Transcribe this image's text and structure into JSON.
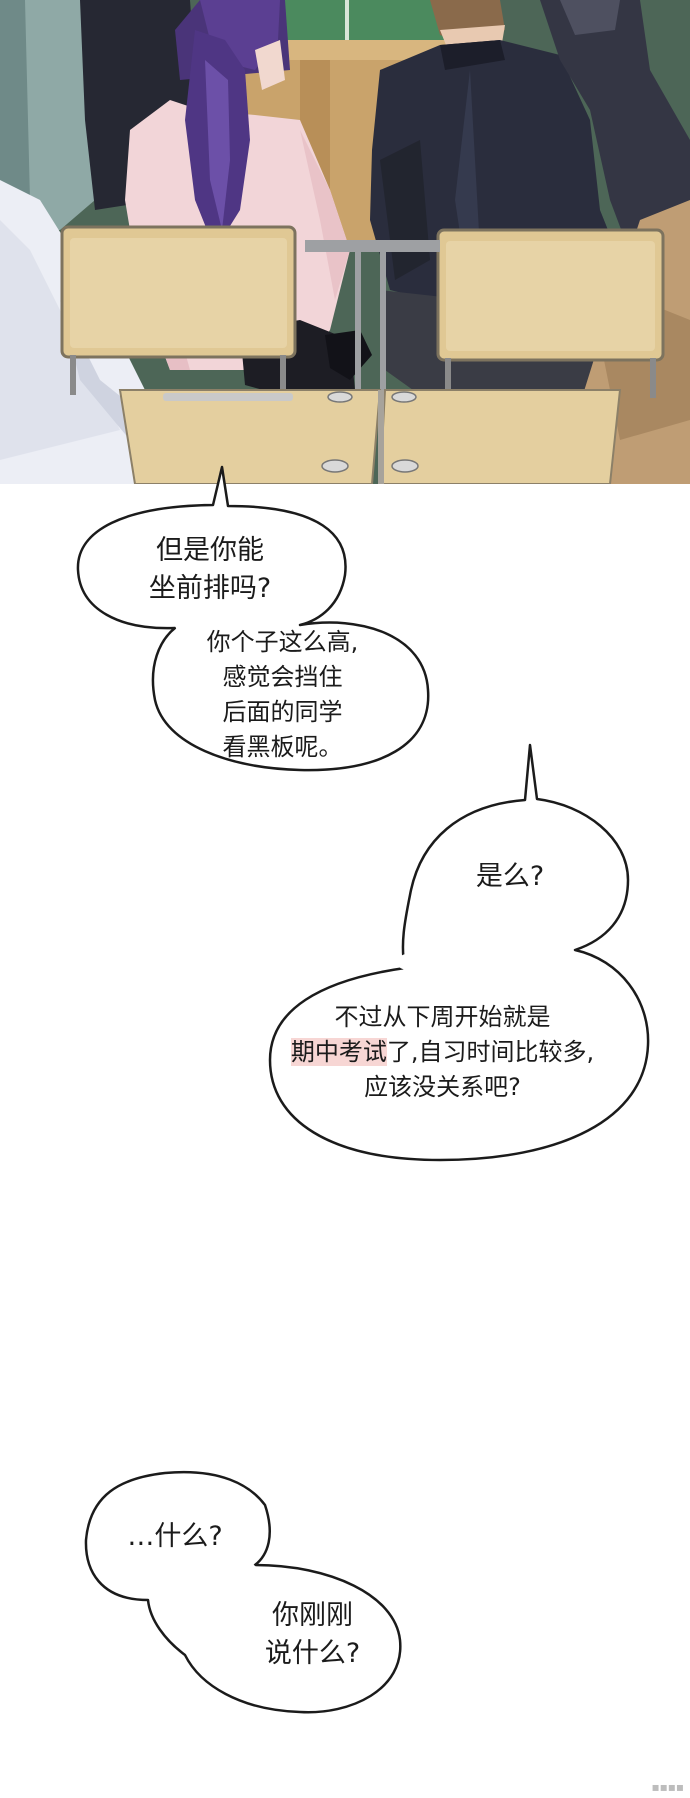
{
  "bubble1": {
    "lines": [
      "但是你能",
      "坐前排吗?"
    ]
  },
  "bubble2": {
    "lines": [
      "你个子这么高,",
      "感觉会挡住",
      "后面的同学",
      "看黑板呢。"
    ]
  },
  "bubble3": {
    "lines": [
      "是么?"
    ]
  },
  "bubble4": {
    "line1": "不过从下周开始就是",
    "line2_highlight": "期中考试",
    "line2_rest": "了,自习时间比较多,",
    "line3": "应该没关系吧?"
  },
  "bubble5": {
    "lines": [
      "…什么?"
    ]
  },
  "bubble6": {
    "lines": [
      "你刚刚",
      "说什么?"
    ]
  },
  "colors": {
    "bubble_fill": "#ffffff",
    "bubble_stroke": "#1b1b1b",
    "highlight": "#f7d6d4",
    "hoodie_pink": "#f2d5d8",
    "hair_purple": "#5b3f92",
    "jacket_dark": "#2a2d3d",
    "desk_wood": "#e4cf9f"
  }
}
